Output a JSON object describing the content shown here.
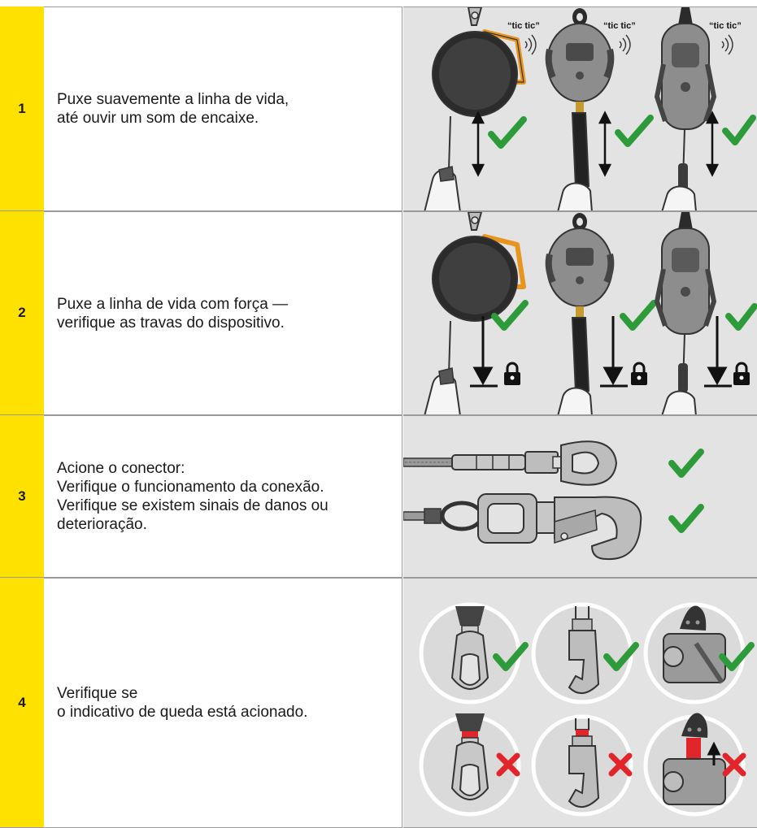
{
  "steps": [
    {
      "number": "1",
      "lines": [
        "Puxe suavemente a linha de vida,",
        "até ouvir um som de encaixe."
      ]
    },
    {
      "number": "2",
      "lines": [
        "Puxe a linha de vida com força —",
        "verifique as travas do dispositivo."
      ]
    },
    {
      "number": "3",
      "lines": [
        "Acione o conector:",
        "Verifique o funcionamento da conexão.",
        "Verifique se existem sinais de danos ou",
        "deterioração."
      ]
    },
    {
      "number": "4",
      "lines": [
        "Verifique se",
        "o indicativo de queda está acionado."
      ]
    }
  ],
  "sound_label": "“tic tic”",
  "colors": {
    "accent_yellow": "#ffe100",
    "check_green": "#2e9b3a",
    "cross_red": "#e2242b",
    "panel_gray": "#e3e3e3",
    "device_orange": "#e8951f"
  },
  "icons": [
    "check-icon",
    "cross-icon",
    "lock-icon",
    "double-arrow-icon",
    "down-arrow-icon",
    "sound-waves-icon"
  ]
}
